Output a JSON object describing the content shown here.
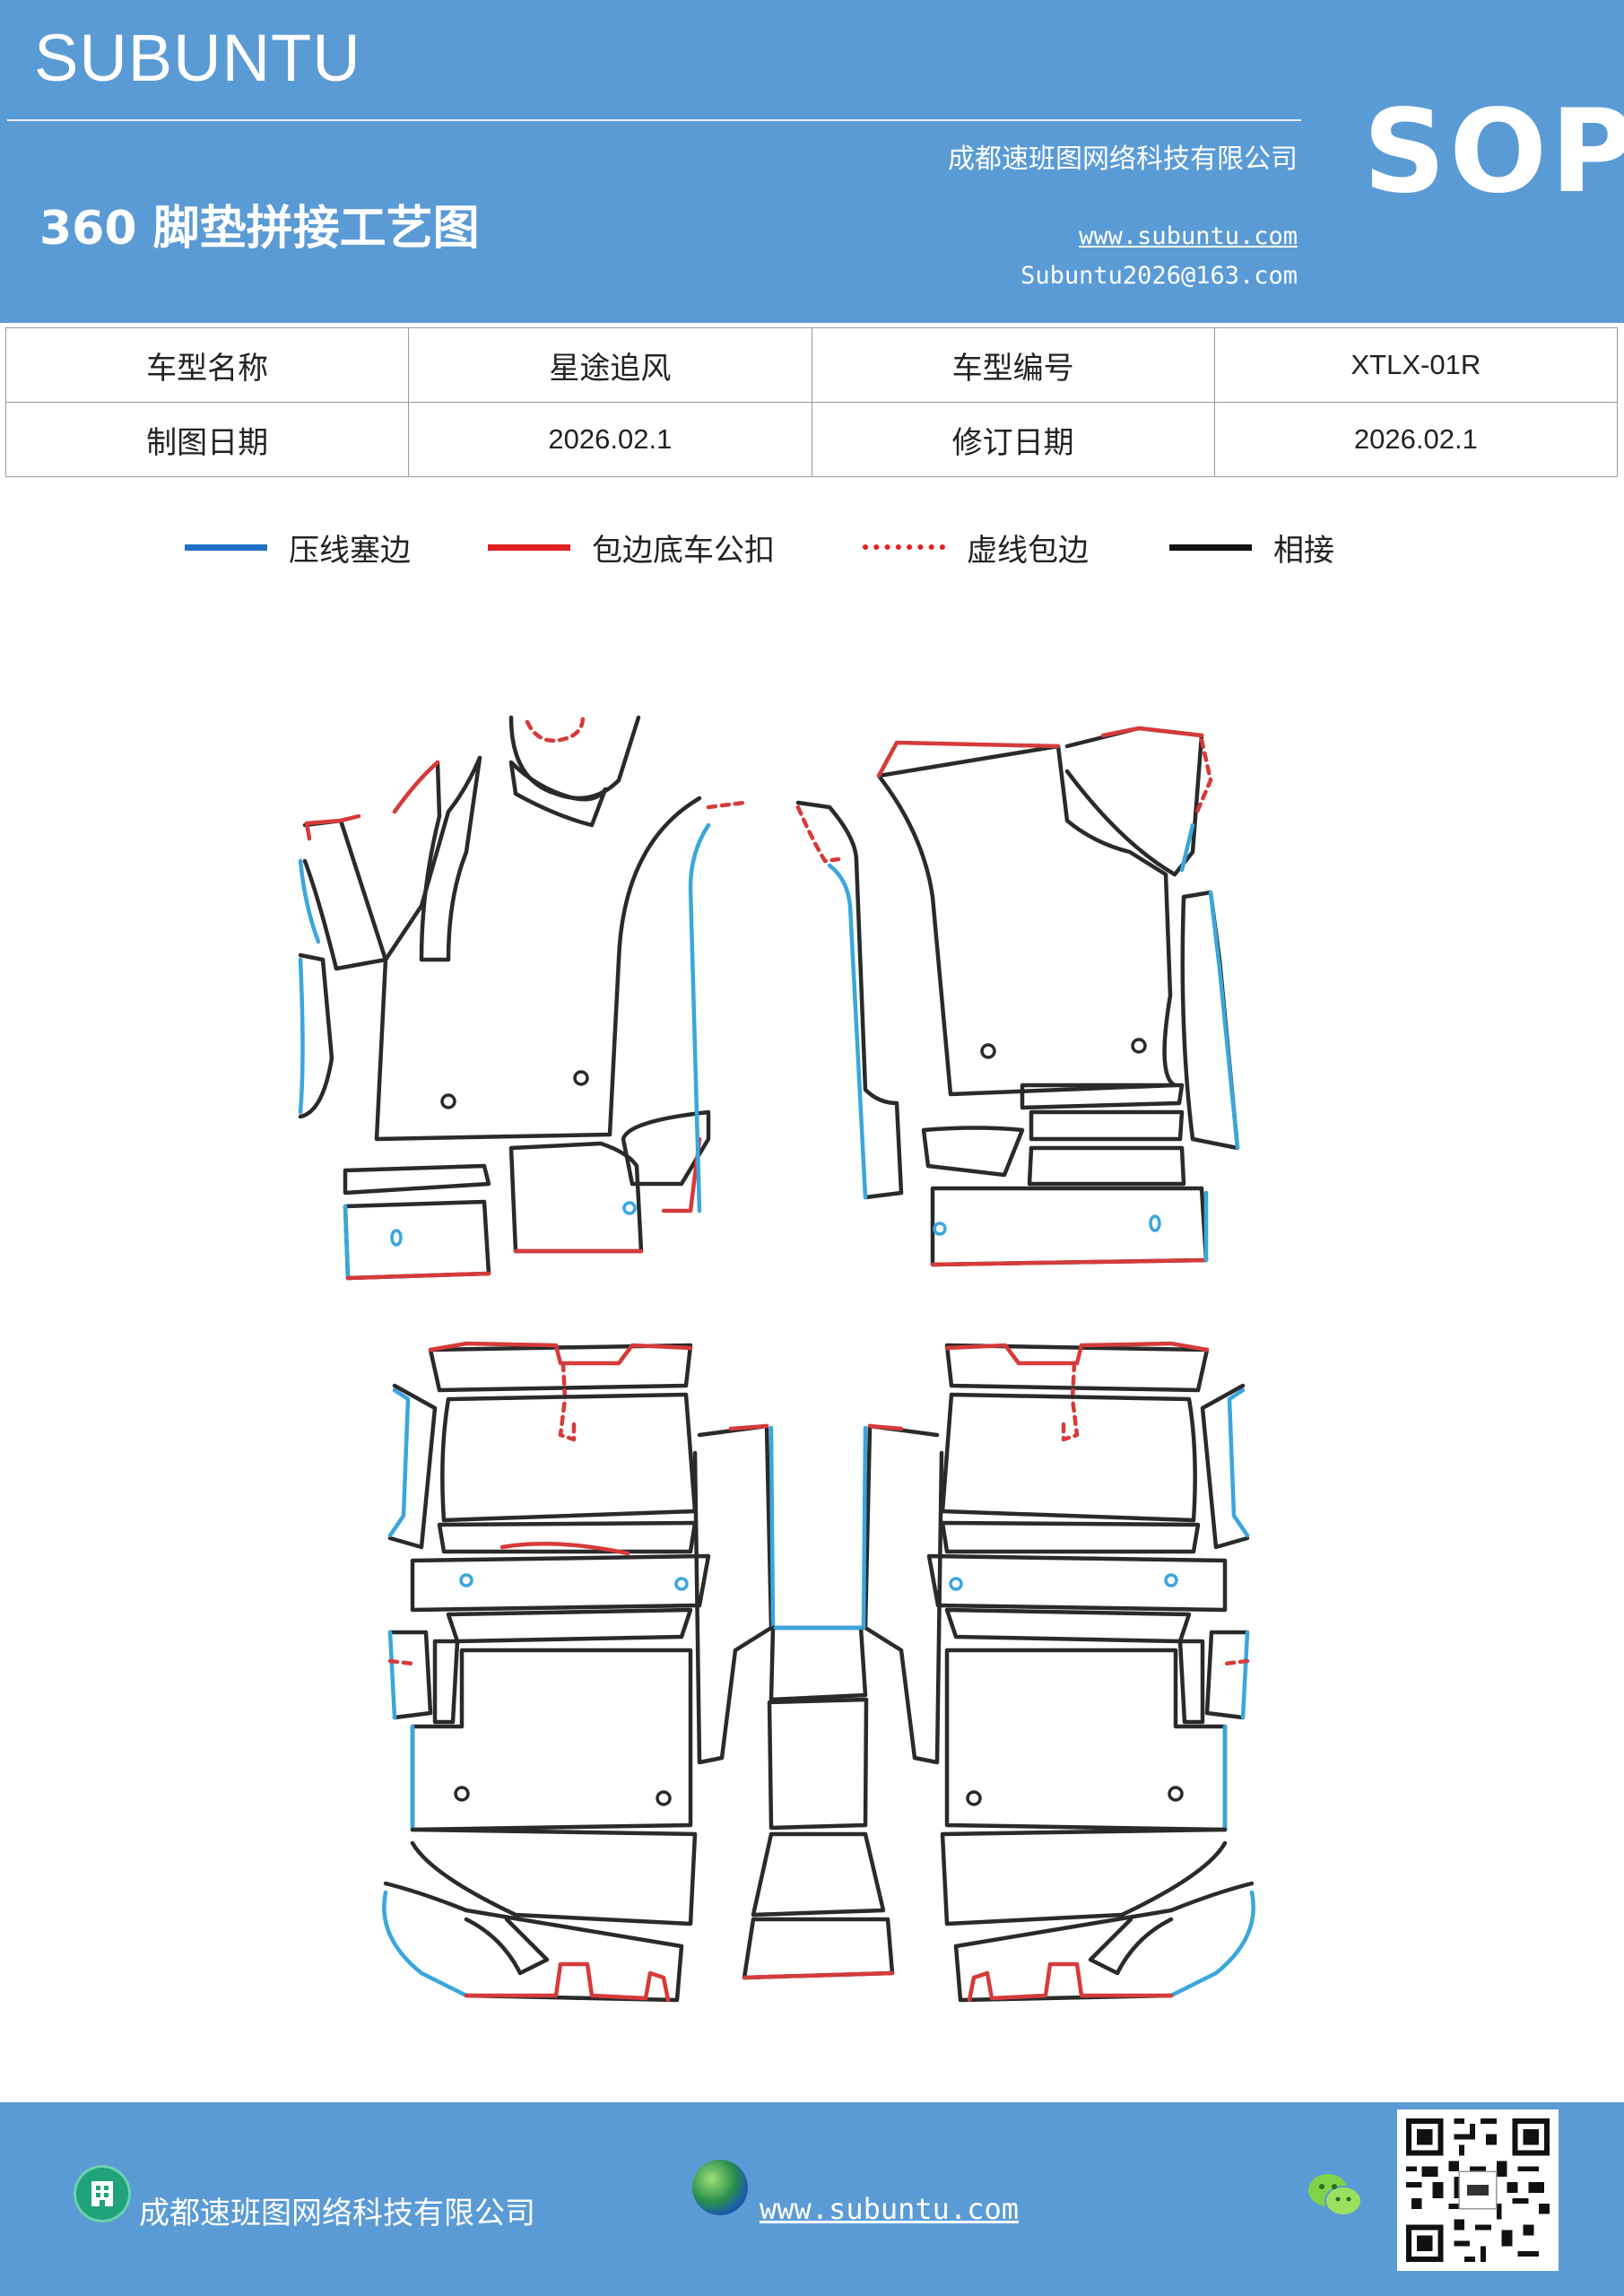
{
  "header": {
    "brand": "SUBUNTU",
    "badge": "SOP",
    "company": "成都速班图网络科技有限公司",
    "title": "360 脚垫拼接工艺图",
    "url": "www.subuntu.com",
    "email": "Subuntu2026@163.com"
  },
  "info_table": {
    "rows": [
      [
        "车型名称",
        "星途追风",
        "车型编号",
        "XTLX-01R"
      ],
      [
        "制图日期",
        "2026.02.1",
        "修订日期",
        "2026.02.1"
      ]
    ]
  },
  "legend": [
    {
      "label": "压线塞边",
      "color": "#1f6fc1",
      "style": "solid"
    },
    {
      "label": "包边底车公扣",
      "color": "#e02020",
      "style": "solid"
    },
    {
      "label": "虚线包边",
      "color": "#e02020",
      "style": "dotted"
    },
    {
      "label": "相接",
      "color": "#111111",
      "style": "solid"
    }
  ],
  "colors": {
    "brand_blue": "#5b9bd5",
    "press_line": "#3aa6dc",
    "edge_red": "#d63a3a",
    "outline": "#2a2a2a"
  },
  "footer": {
    "company": "成都速班图网络科技有限公司",
    "url": "www.subuntu.com",
    "icons": [
      "building-icon",
      "globe-icon",
      "wechat-icon",
      "qr-code"
    ]
  }
}
